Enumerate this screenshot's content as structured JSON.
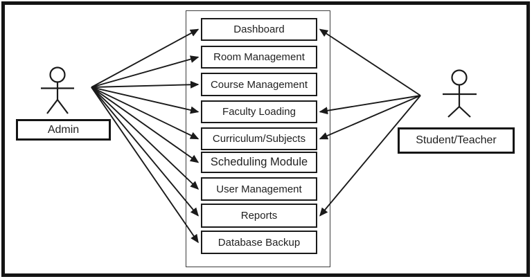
{
  "diagram": {
    "type": "use-case-diagram",
    "actors": [
      {
        "id": "admin",
        "label": "Admin"
      },
      {
        "id": "student_teacher",
        "label": "Student/Teacher"
      }
    ],
    "use_cases": [
      {
        "id": "dashboard",
        "label": "Dashboard"
      },
      {
        "id": "room_management",
        "label": "Room Management"
      },
      {
        "id": "course_management",
        "label": "Course Management"
      },
      {
        "id": "faculty_loading",
        "label": "Faculty Loading"
      },
      {
        "id": "curriculum_subjects",
        "label": "Curriculum/Subjects"
      },
      {
        "id": "scheduling_module",
        "label": "Scheduling Module"
      },
      {
        "id": "user_management",
        "label": "User Management"
      },
      {
        "id": "reports",
        "label": "Reports"
      },
      {
        "id": "database_backup",
        "label": "Database Backup"
      }
    ],
    "connections": [
      {
        "from": "admin",
        "to": "dashboard"
      },
      {
        "from": "admin",
        "to": "room_management"
      },
      {
        "from": "admin",
        "to": "course_management"
      },
      {
        "from": "admin",
        "to": "faculty_loading"
      },
      {
        "from": "admin",
        "to": "curriculum_subjects"
      },
      {
        "from": "admin",
        "to": "scheduling_module"
      },
      {
        "from": "admin",
        "to": "user_management"
      },
      {
        "from": "admin",
        "to": "reports"
      },
      {
        "from": "admin",
        "to": "database_backup"
      },
      {
        "from": "student_teacher",
        "to": "dashboard"
      },
      {
        "from": "student_teacher",
        "to": "faculty_loading"
      },
      {
        "from": "student_teacher",
        "to": "curriculum_subjects"
      },
      {
        "from": "student_teacher",
        "to": "reports"
      }
    ],
    "colors": {
      "line": "#1a1a1a",
      "background": "#ffffff",
      "box_fill": "#ffffff"
    }
  }
}
